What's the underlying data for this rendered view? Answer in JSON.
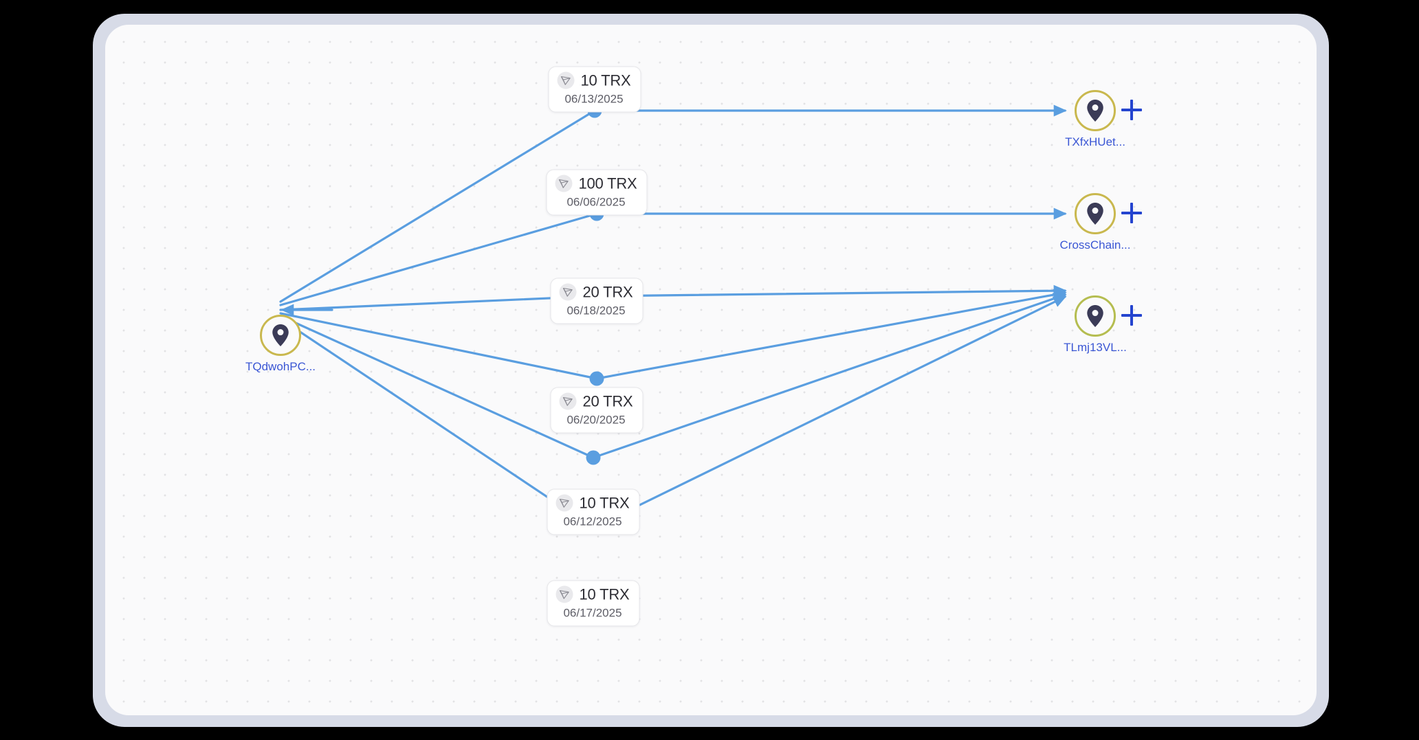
{
  "app": {
    "brand_icon": "diamond-icon",
    "canvas_background": "#fafafb",
    "frame_color": "#d7dbe7",
    "edge_color": "#5a9ee0",
    "node_ring_color": "#c9b84e",
    "node_label_color": "#3a56d4",
    "plus_color": "#2444cf"
  },
  "graph": {
    "type": "transaction-flow",
    "source_node": {
      "id": "source",
      "label": "TQdwohPC...",
      "icon": "map-pin-icon",
      "ring_color": "#c9b84e"
    },
    "destination_nodes": [
      {
        "id": "dest-1",
        "label": "TXfxHUet...",
        "icon": "map-pin-icon",
        "ring_color": "#c9b84e",
        "expand_label": "+"
      },
      {
        "id": "dest-2",
        "label": "CrossChain...",
        "icon": "map-pin-icon",
        "ring_color": "#c9b84e",
        "expand_label": "+"
      },
      {
        "id": "dest-3",
        "label": "TLmj13VL...",
        "icon": "map-pin-icon",
        "ring_color": "#b5bd50",
        "expand_label": "+"
      }
    ],
    "transactions": [
      {
        "id": "tx-1",
        "amount": "10 TRX",
        "date": "06/13/2025",
        "token_icon": "trx-token-icon",
        "from": "source",
        "to": "dest-1"
      },
      {
        "id": "tx-2",
        "amount": "100 TRX",
        "date": "06/06/2025",
        "token_icon": "trx-token-icon",
        "from": "source",
        "to": "dest-2"
      },
      {
        "id": "tx-3",
        "amount": "20 TRX",
        "date": "06/18/2025",
        "token_icon": "trx-token-icon",
        "from": "source",
        "to": "dest-3"
      },
      {
        "id": "tx-4",
        "amount": "20 TRX",
        "date": "06/20/2025",
        "token_icon": "trx-token-icon",
        "from": "source",
        "to": "dest-3"
      },
      {
        "id": "tx-5",
        "amount": "10 TRX",
        "date": "06/12/2025",
        "token_icon": "trx-token-icon",
        "from": "source",
        "to": "dest-3"
      },
      {
        "id": "tx-6",
        "amount": "10 TRX",
        "date": "06/17/2025",
        "token_icon": "trx-token-icon",
        "from": "source",
        "to": "dest-3"
      }
    ]
  }
}
